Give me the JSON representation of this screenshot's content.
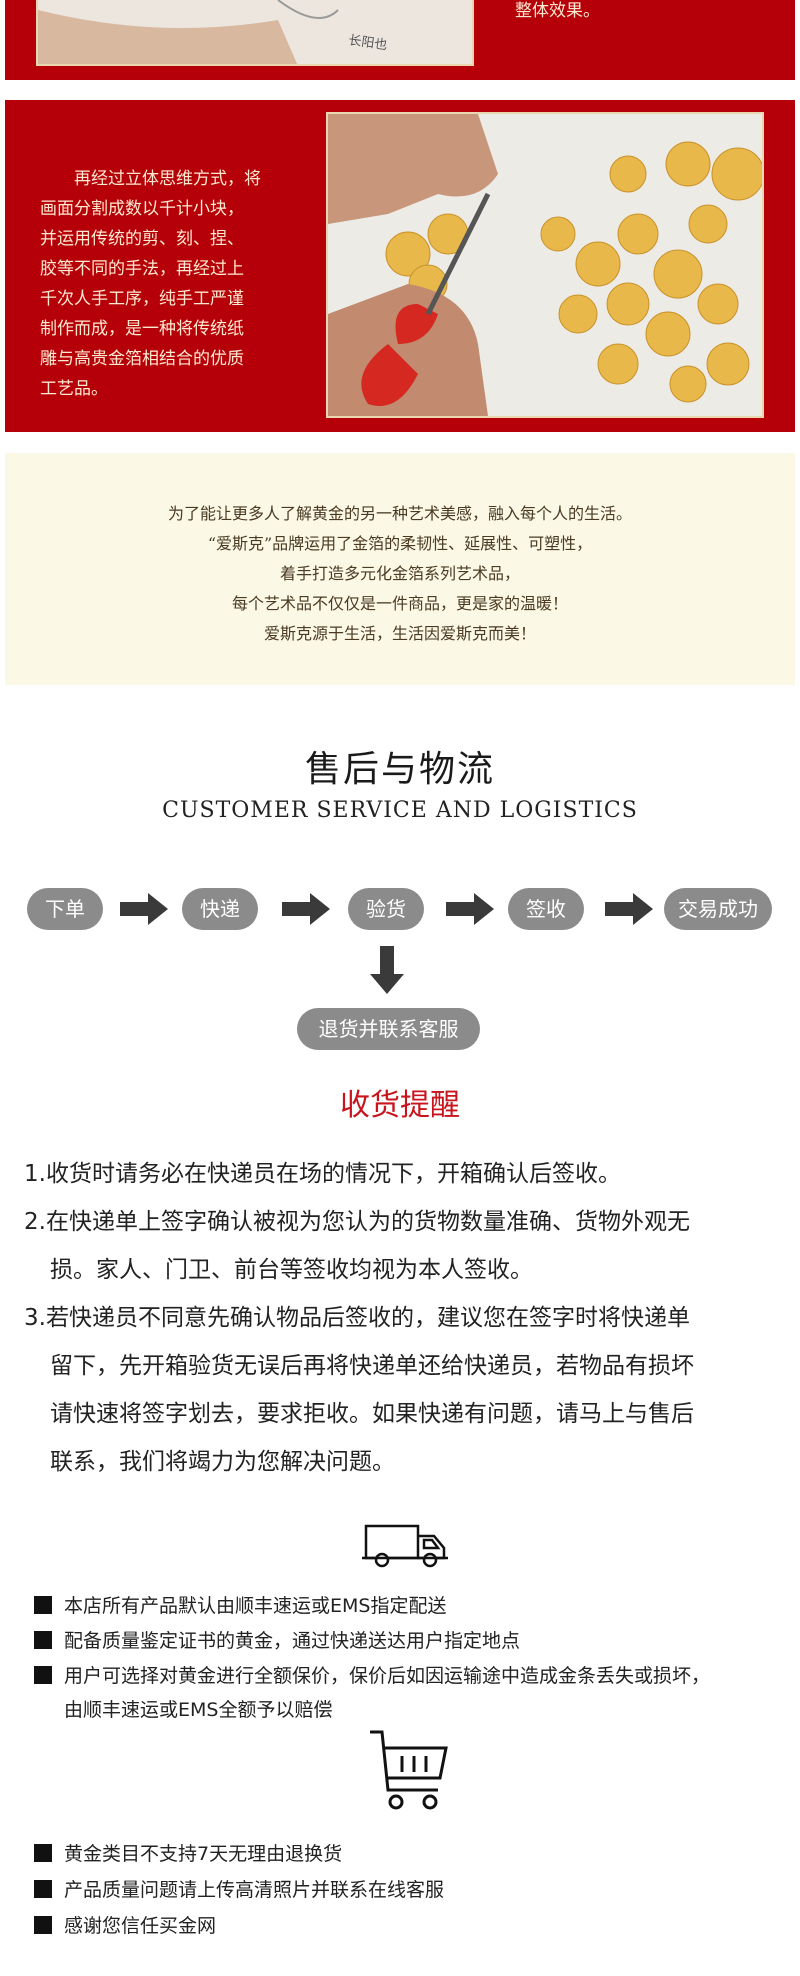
{
  "top_panel": {
    "text": "整体效果。",
    "signature": "长阳也"
  },
  "craft_panel": {
    "text_lines": [
      "再经过立体思维方式，将",
      "画面分割成数以千计小块，",
      "并运用传统的剪、刻、捏、",
      "胶等不同的手法，再经过上",
      "千次人手工序，纯手工严谨",
      "制作而成，是一种将传统纸",
      "雕与高贵金箔相结合的优质",
      "工艺品。"
    ]
  },
  "notice": {
    "lines": [
      "为了能让更多人了解黄金的另一种艺术美感，融入每个人的生活。",
      "“爱斯克”品牌运用了金箔的柔韧性、延展性、可塑性，",
      "着手打造多元化金箔系列艺术品，",
      "每个艺术品不仅仅是一件商品，更是家的温暖！",
      "爱斯克源于生活，生活因爱斯克而美！"
    ]
  },
  "service": {
    "title": "售后与物流",
    "subtitle": "CUSTOMER SERVICE AND LOGISTICS",
    "flow": [
      "下单",
      "快递",
      "验货",
      "签收",
      "交易成功"
    ],
    "return_step": "退货并联系客服"
  },
  "reminder": {
    "title": "收货提醒",
    "rules": [
      [
        "1.收货时请务必在快递员在场的情况下，开箱确认后签收。"
      ],
      [
        "2.在快递单上签字确认被视为您认为的货物数量准确、货物外观无",
        "损。家人、门卫、前台等签收均视为本人签收。"
      ],
      [
        "3.若快递员不同意先确认物品后签收的，建议您在签字时将快递单",
        "留下，先开箱验货无误后再将快递单还给快递员，若物品有损坏",
        "请快速将签字划去，要求拒收。如果快递有问题，请马上与售后",
        "联系，我们将竭力为您解决问题。"
      ]
    ]
  },
  "shipping": {
    "icon": "truck-icon",
    "items": [
      [
        "本店所有产品默认由顺丰速运或EMS指定配送"
      ],
      [
        "配备质量鉴定证书的黄金，通过快递送达用户指定地点"
      ],
      [
        "用户可选择对黄金进行全额保价，保价后如因运输途中造成金条丢失或损坏，",
        "由顺丰速运或EMS全额予以赔偿"
      ]
    ]
  },
  "returns": {
    "icon": "shopping-cart-icon",
    "items": [
      "黄金类目不支持7天无理由退换货",
      "产品质量问题请上传高清照片并联系在线客服",
      "感谢您信任买金网"
    ]
  },
  "colors": {
    "brand_red": "#b50009",
    "notice_bg": "#fbf8e6",
    "pill_gray": "#8b8b8b",
    "accent_red": "#c8141c"
  }
}
